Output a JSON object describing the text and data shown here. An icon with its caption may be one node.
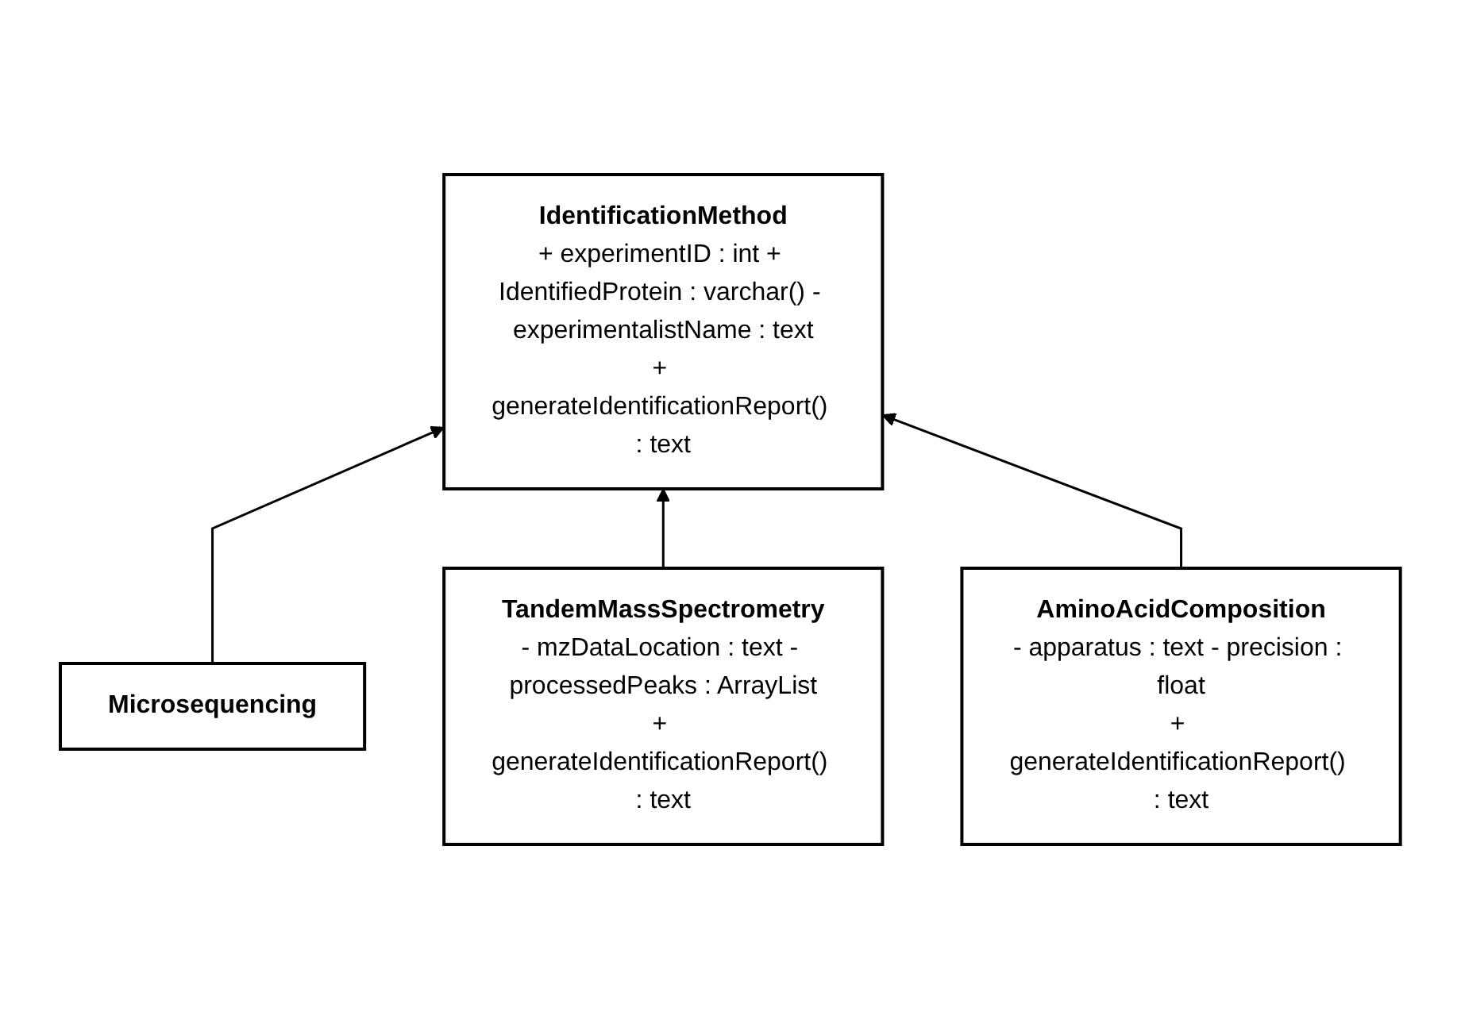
{
  "diagram": {
    "nodes": [
      {
        "text": [
          "IdentificationMethod",
          "+ experimentID : int + IdentifiedProtein : varchar() - experimentalistName : text",
          "+ generateIdentificationReport() : text"
        ]
      },
      {
        "text": [
          "Microsequencing"
        ]
      },
      {
        "text": [
          "TandemMassSpectrometry",
          "- mzDataLocation : text - processedPeaks : ArrayList",
          "+ generateIdentificationReport() : text"
        ]
      },
      {
        "text": [
          "AminoAcidComposition",
          "- apparatus : text - precision : float",
          "+ generateIdentificationReport() : text"
        ]
      }
    ],
    "edges": [
      {
        "from": 1,
        "to": 0,
        "arrow": "to"
      },
      {
        "from": 2,
        "to": 0,
        "arrow": "to"
      },
      {
        "from": 3,
        "to": 0,
        "arrow": "to"
      }
    ]
  }
}
